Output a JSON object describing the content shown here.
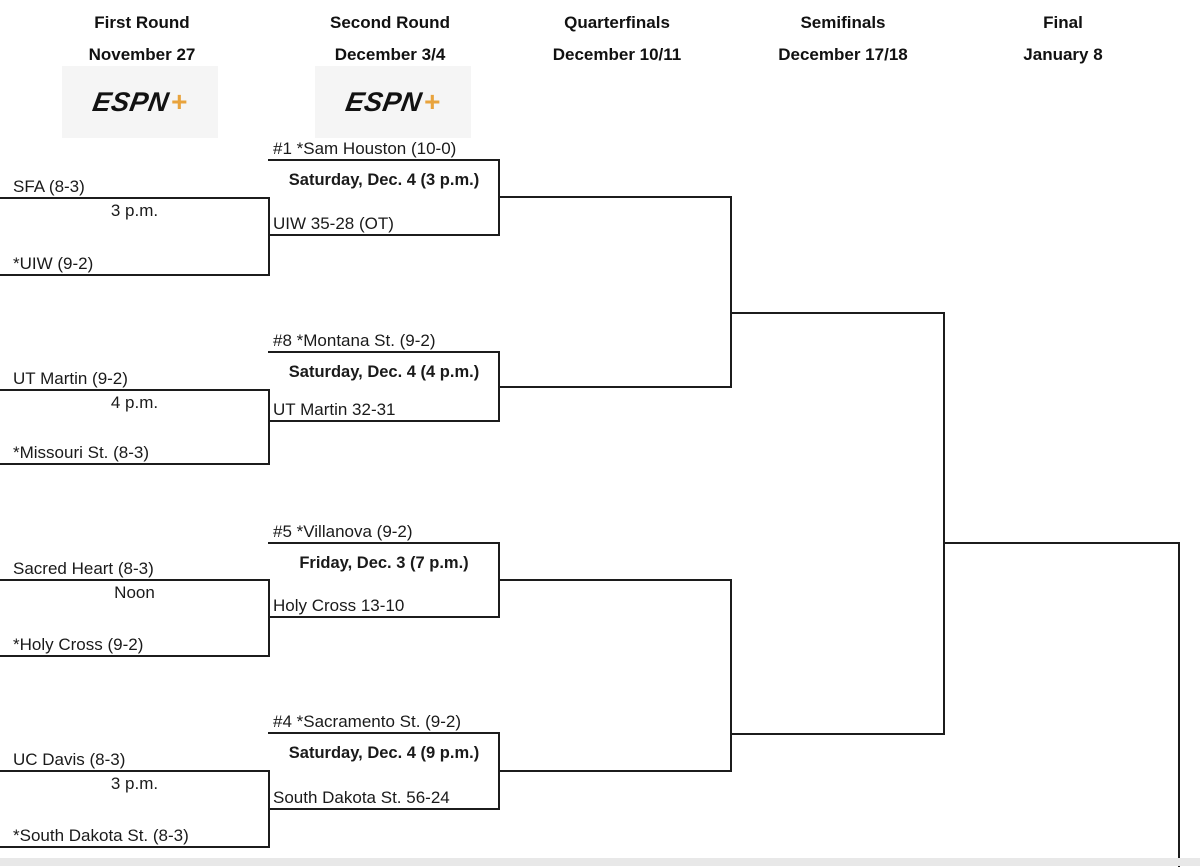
{
  "page": {
    "background": "#ffffff",
    "line_color": "#1c1c1c"
  },
  "rounds": [
    {
      "name": "First Round",
      "date": "November 27",
      "network": "ESPN+"
    },
    {
      "name": "Second Round",
      "date": "December 3/4",
      "network": "ESPN+"
    },
    {
      "name": "Quarterfinals",
      "date": "December 10/11",
      "network": ""
    },
    {
      "name": "Semifinals",
      "date": "December 17/18",
      "network": ""
    },
    {
      "name": "Final",
      "date": "January 8",
      "network": ""
    }
  ],
  "espn_plus_logo": {
    "wordmark": "ESPN",
    "plus": "+",
    "wordmark_color": "#121212",
    "plus_color": "#E8A33D"
  },
  "first_round": [
    {
      "top_team": "SFA (8-3)",
      "time": "3 p.m.",
      "bottom_team": "*UIW (9-2)"
    },
    {
      "top_team": "UT Martin (9-2)",
      "time": "4 p.m.",
      "bottom_team": "*Missouri St. (8-3)"
    },
    {
      "top_team": "Sacred Heart (8-3)",
      "time": "Noon",
      "bottom_team": "*Holy Cross (9-2)"
    },
    {
      "top_team": "UC Davis (8-3)",
      "time": "3 p.m.",
      "bottom_team": "*South Dakota St. (8-3)"
    }
  ],
  "second_round": [
    {
      "top_team": "#1 *Sam Houston (10-0)",
      "schedule": "Saturday, Dec. 4 (3 p.m.)",
      "bottom_team": "UIW 35-28 (OT)"
    },
    {
      "top_team": "#8 *Montana St. (9-2)",
      "schedule": "Saturday, Dec. 4 (4 p.m.)",
      "bottom_team": "UT Martin 32-31"
    },
    {
      "top_team": "#5 *Villanova (9-2)",
      "schedule": "Friday, Dec. 3 (7 p.m.)",
      "bottom_team": "Holy Cross 13-10"
    },
    {
      "top_team": "#4 *Sacramento St. (9-2)",
      "schedule": "Saturday, Dec. 4 (9 p.m.)",
      "bottom_team": "South Dakota St. 56-24"
    }
  ]
}
